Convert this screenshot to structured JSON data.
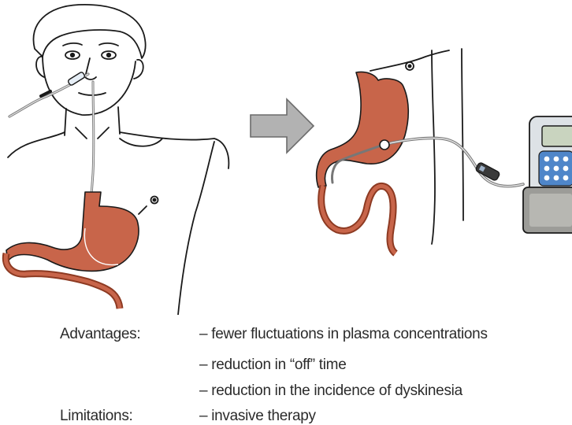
{
  "colors": {
    "stomach": "#c8654a",
    "stomach_dark": "#8d3a22",
    "arrow": "#b2b2b2",
    "pump_body": "#dde2e6",
    "pump_keypad": "#4f86c9",
    "outline": "#1a1a1a"
  },
  "illustration": {
    "left_panel": "nasogastric-tube-patient",
    "center": "right-arrow",
    "right_panel": "peg-tube-with-infusion-pump"
  },
  "advantages": {
    "label": "Advantages:",
    "items": [
      "– fewer fluctuations in plasma concentrations",
      "– reduction in “off” time",
      "– reduction in the incidence of dyskinesia"
    ]
  },
  "limitations": {
    "label": "Limitations:",
    "items": [
      "– invasive therapy"
    ]
  }
}
